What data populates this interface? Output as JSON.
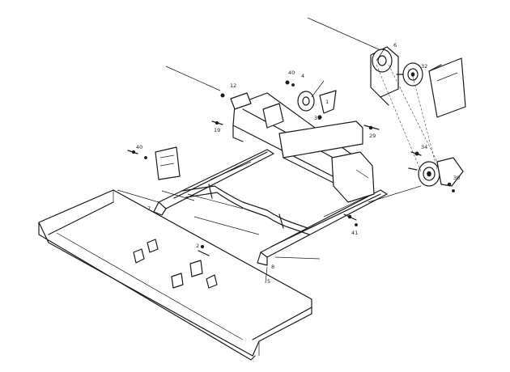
{
  "diagram": {
    "callouts": [
      {
        "id": "c40a",
        "text": "40"
      },
      {
        "id": "c4",
        "text": "4"
      },
      {
        "id": "c1",
        "text": "1"
      },
      {
        "id": "c31",
        "text": "31"
      },
      {
        "id": "c12",
        "text": "12"
      },
      {
        "id": "c6",
        "text": "6"
      },
      {
        "id": "c32",
        "text": "32"
      },
      {
        "id": "c19",
        "text": "19"
      },
      {
        "id": "c29",
        "text": "29"
      },
      {
        "id": "c34",
        "text": "34"
      },
      {
        "id": "c30",
        "text": "30"
      },
      {
        "id": "c41",
        "text": "41"
      },
      {
        "id": "c2",
        "text": "2"
      },
      {
        "id": "c7",
        "text": "7"
      },
      {
        "id": "c40b",
        "text": "40"
      },
      {
        "id": "c8",
        "text": "8"
      },
      {
        "id": "c5",
        "text": "5"
      }
    ]
  }
}
